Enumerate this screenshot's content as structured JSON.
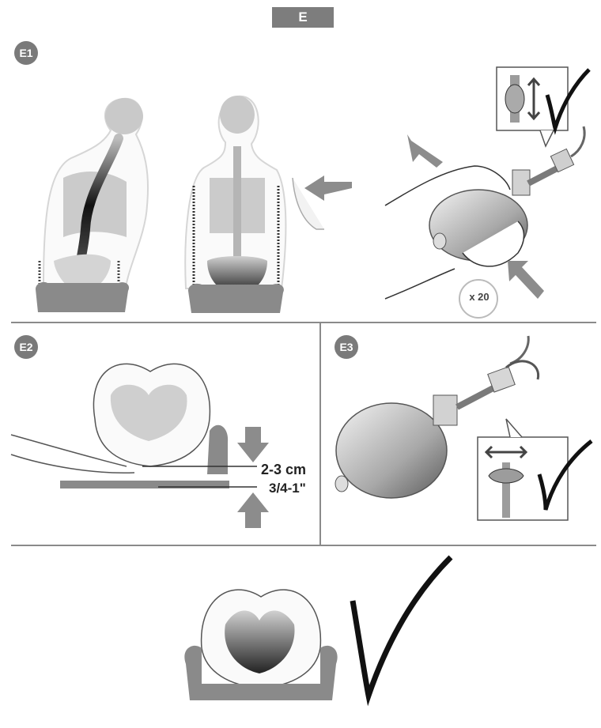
{
  "header": {
    "section_label": "E"
  },
  "steps": [
    {
      "id": "e1",
      "badge": "E1",
      "pump_count": "x 20"
    },
    {
      "id": "e2",
      "badge": "E2",
      "measure_metric": "2-3 cm",
      "measure_imperial": "3/4-1\""
    },
    {
      "id": "e3",
      "badge": "E3"
    }
  ],
  "colors": {
    "tag_bg": "#7d7d7d",
    "badge_bg": "#7a7a7a",
    "skeleton": "#c8c8c8",
    "cushion": "#8a8a8a",
    "arrow": "#8c8c8c",
    "check": "#111111"
  },
  "icons": [
    "checkmark-icon",
    "arrow-right-icon",
    "arrow-left-icon",
    "arrow-down-icon",
    "arrow-up-icon",
    "rotate-arrow-icon",
    "double-arrow-icon",
    "valve-icon"
  ]
}
